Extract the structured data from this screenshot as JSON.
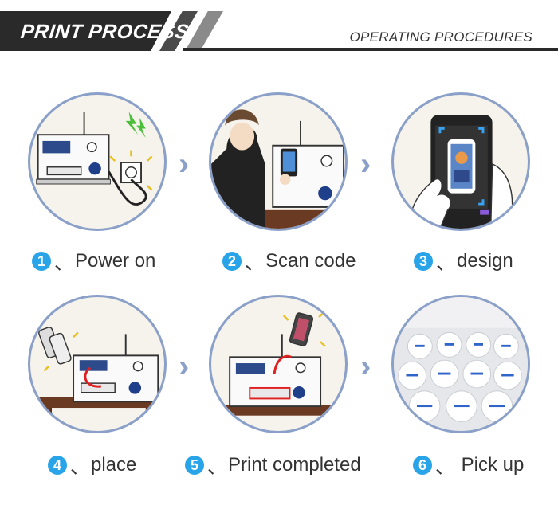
{
  "header": {
    "title": "PRINT PROCESS",
    "subtitle": "OPERATING PROCEDURES"
  },
  "steps": [
    {
      "num": "1",
      "label": "Power on"
    },
    {
      "num": "2",
      "label": "Scan code"
    },
    {
      "num": "3",
      "label": "design"
    },
    {
      "num": "4",
      "label": "place"
    },
    {
      "num": "5",
      "label": "Print completed"
    },
    {
      "num": "6",
      "label": " Pick up"
    }
  ],
  "separator": "、",
  "colors": {
    "accent": "#2aa4e8",
    "ring": "#8aa0c8",
    "banner": "#2a2a2a"
  }
}
